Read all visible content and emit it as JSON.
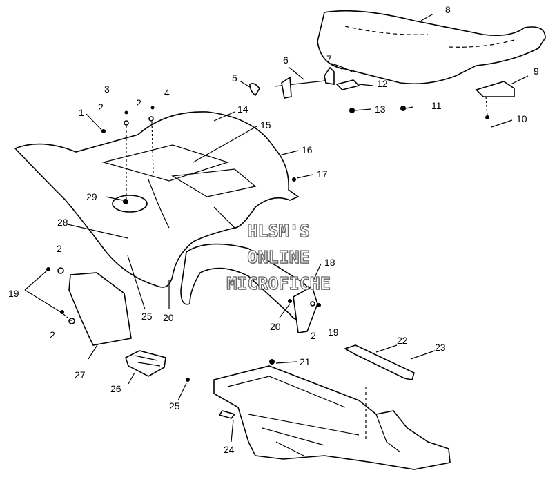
{
  "watermark": {
    "line1": "HLSM'S",
    "line2": "ONLINE",
    "line3": "MICROFICHE"
  },
  "callouts": [
    {
      "id": "c1",
      "text": "1"
    },
    {
      "id": "c2a",
      "text": "2"
    },
    {
      "id": "c3",
      "text": "3"
    },
    {
      "id": "c2b",
      "text": "2"
    },
    {
      "id": "c4",
      "text": "4"
    },
    {
      "id": "c5",
      "text": "5"
    },
    {
      "id": "c6",
      "text": "6"
    },
    {
      "id": "c7",
      "text": "7"
    },
    {
      "id": "c8",
      "text": "8"
    },
    {
      "id": "c9",
      "text": "9"
    },
    {
      "id": "c10",
      "text": "10"
    },
    {
      "id": "c11",
      "text": "11"
    },
    {
      "id": "c12",
      "text": "12"
    },
    {
      "id": "c13",
      "text": "13"
    },
    {
      "id": "c14",
      "text": "14"
    },
    {
      "id": "c15",
      "text": "15"
    },
    {
      "id": "c16",
      "text": "16"
    },
    {
      "id": "c17",
      "text": "17"
    },
    {
      "id": "c18",
      "text": "18"
    },
    {
      "id": "c19a",
      "text": "19"
    },
    {
      "id": "c19b",
      "text": "19"
    },
    {
      "id": "c20a",
      "text": "20"
    },
    {
      "id": "c20b",
      "text": "20"
    },
    {
      "id": "c21",
      "text": "21"
    },
    {
      "id": "c22",
      "text": "22"
    },
    {
      "id": "c23",
      "text": "23"
    },
    {
      "id": "c24",
      "text": "24"
    },
    {
      "id": "c25a",
      "text": "25"
    },
    {
      "id": "c25b",
      "text": "25"
    },
    {
      "id": "c26",
      "text": "26"
    },
    {
      "id": "c27",
      "text": "27"
    },
    {
      "id": "c28",
      "text": "28"
    },
    {
      "id": "c29",
      "text": "29"
    },
    {
      "id": "c2c",
      "text": "2"
    },
    {
      "id": "c2d",
      "text": "2"
    },
    {
      "id": "c2e",
      "text": "2"
    }
  ]
}
